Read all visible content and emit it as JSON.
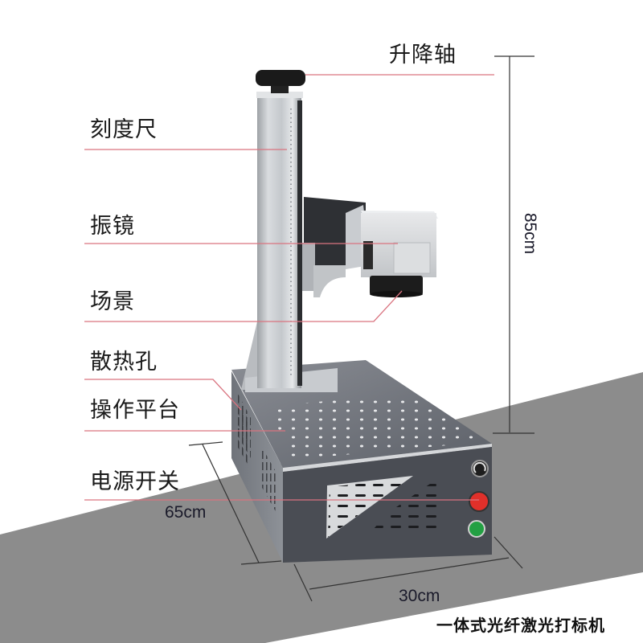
{
  "title": "一体式光纤激光打标机",
  "colors": {
    "leader_line": "#d9737f",
    "floor": "#8c8c8c",
    "dimension_line": "#333333",
    "base_dark": "#4a4d54",
    "base_top": "#7d8088",
    "column": "#c8cbcf",
    "galvo_box": "#d6d8da",
    "lens": "#1c1c1c",
    "button_red": "#e0302a",
    "button_green": "#23a043",
    "knob": "#1e1e1e"
  },
  "labels": [
    {
      "id": "lift-axis",
      "text": "升降轴"
    },
    {
      "id": "scale-ruler",
      "text": "刻度尺"
    },
    {
      "id": "galvo",
      "text": "振镜"
    },
    {
      "id": "field-lens",
      "text": "场景"
    },
    {
      "id": "vent-holes",
      "text": "散热孔"
    },
    {
      "id": "work-platform",
      "text": "操作平台"
    },
    {
      "id": "power-switch",
      "text": "电源开关"
    }
  ],
  "dimensions": {
    "height": "85cm",
    "depth": "65cm",
    "width": "30cm"
  }
}
